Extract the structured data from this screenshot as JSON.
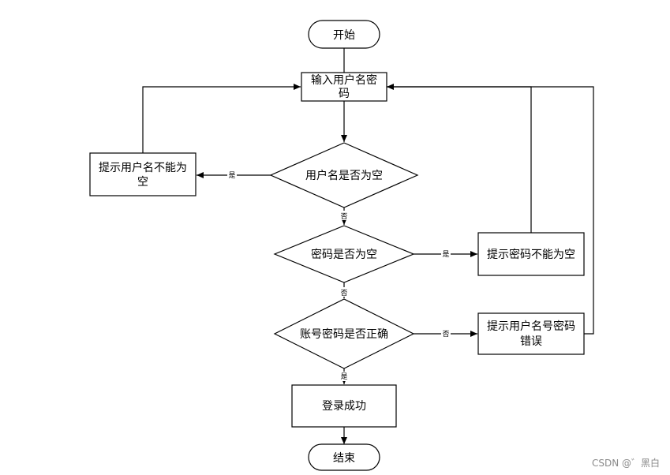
{
  "nodes": {
    "start": "开始",
    "input_line1": "输入用户名密",
    "input_line2": "码",
    "check_username": "用户名是否为空",
    "prompt_username_line1": "提示用户名不能为",
    "prompt_username_line2": "空",
    "check_password": "密码是否为空",
    "prompt_password": "提示密码不能为空",
    "check_credentials": "账号密码是否正确",
    "prompt_error_line1": "提示用户名号密码",
    "prompt_error_line2": "错误",
    "login_success": "登录成功",
    "end": "结束"
  },
  "edge_labels": {
    "username_yes": "是",
    "username_no": "否",
    "password_yes": "是",
    "password_no": "否",
    "credentials_no": "否",
    "credentials_yes": "是"
  },
  "watermark": "CSDN @゛黑白"
}
